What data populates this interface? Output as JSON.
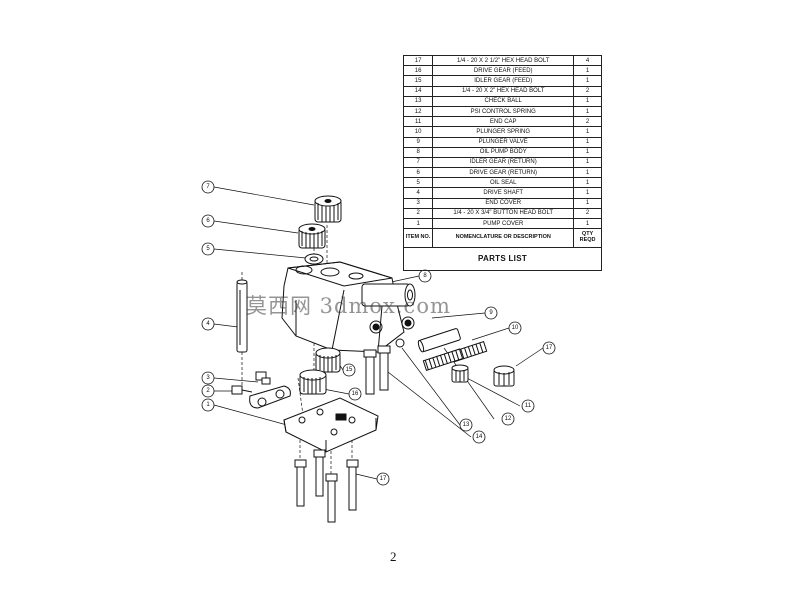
{
  "parts_list": {
    "rows": [
      {
        "item": "17",
        "description": "1/4 - 20 X 2 1/2\" HEX HEAD BOLT",
        "qty": "4"
      },
      {
        "item": "16",
        "description": "DRIVE GEAR (FEED)",
        "qty": "1"
      },
      {
        "item": "15",
        "description": "IDLER GEAR (FEED)",
        "qty": "1"
      },
      {
        "item": "14",
        "description": "1/4 - 20 X 2\" HEX HEAD BOLT",
        "qty": "2"
      },
      {
        "item": "13",
        "description": "CHECK BALL",
        "qty": "1"
      },
      {
        "item": "12",
        "description": "PSI CONTROL SPRING",
        "qty": "1"
      },
      {
        "item": "11",
        "description": "END CAP",
        "qty": "2"
      },
      {
        "item": "10",
        "description": "PLUNGER SPRING",
        "qty": "1"
      },
      {
        "item": "9",
        "description": "PLUNGER VALVE",
        "qty": "1"
      },
      {
        "item": "8",
        "description": "OIL PUMP BODY",
        "qty": "1"
      },
      {
        "item": "7",
        "description": "IDLER GEAR (RETURN)",
        "qty": "1"
      },
      {
        "item": "6",
        "description": "DRIVE GEAR (RETURN)",
        "qty": "1"
      },
      {
        "item": "5",
        "description": "OIL SEAL",
        "qty": "1"
      },
      {
        "item": "4",
        "description": "DRIVE SHAFT",
        "qty": "1"
      },
      {
        "item": "3",
        "description": "END COVER",
        "qty": "1"
      },
      {
        "item": "2",
        "description": "1/4 - 20 X 3/4\" BUTTON HEAD BOLT",
        "qty": "2"
      },
      {
        "item": "1",
        "description": "PUMP COVER",
        "qty": "1"
      }
    ],
    "header": {
      "item": "ITEM NO.",
      "description": "NOMENCLATURE OR DESCRIPTION",
      "qty": "QTY REQD"
    },
    "title": "PARTS LIST"
  },
  "callouts": {
    "c7": "7",
    "c6": "6",
    "c5": "5",
    "c4": "4",
    "c3": "3",
    "c2": "2",
    "c1": "1",
    "c8": "8",
    "c9": "9",
    "c10": "10",
    "c17a": "17",
    "c15": "15",
    "c16": "16",
    "c14": "14",
    "c13": "13",
    "c12": "12",
    "c11": "11",
    "c17b": "17"
  },
  "watermark": "莫西网 3dmox.com",
  "page_number": "2"
}
